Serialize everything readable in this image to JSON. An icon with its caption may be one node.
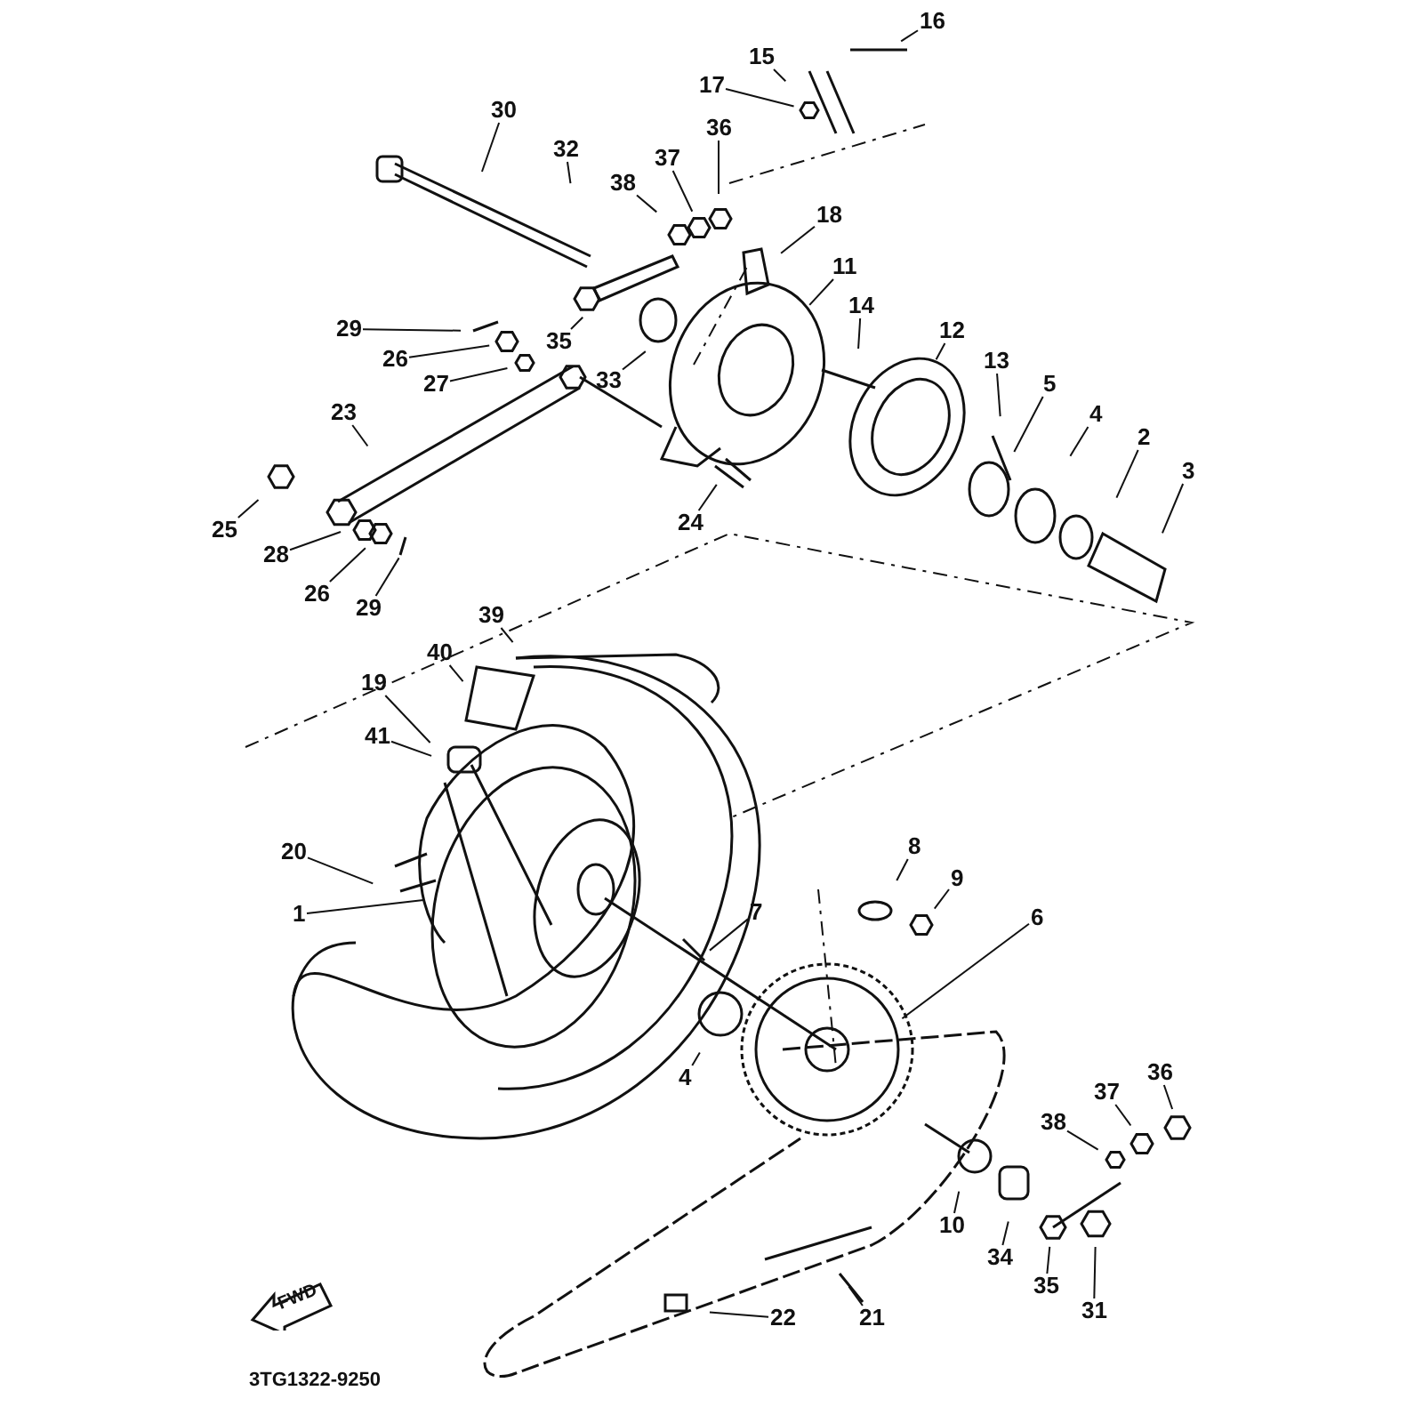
{
  "diagram": {
    "nodes": [
      {
        "text": [
          "16"
        ]
      },
      {
        "text": [
          "15"
        ]
      },
      {
        "text": [
          "17"
        ]
      },
      {
        "text": [
          "30"
        ]
      },
      {
        "text": [
          "32"
        ]
      },
      {
        "text": [
          "36"
        ]
      },
      {
        "text": [
          "37"
        ]
      },
      {
        "text": [
          "38"
        ]
      },
      {
        "text": [
          "18"
        ]
      },
      {
        "text": [
          "11"
        ]
      },
      {
        "text": [
          "35"
        ]
      },
      {
        "text": [
          "33"
        ]
      },
      {
        "text": [
          "14"
        ]
      },
      {
        "text": [
          "12"
        ]
      },
      {
        "text": [
          "29"
        ]
      },
      {
        "text": [
          "26"
        ]
      },
      {
        "text": [
          "27"
        ]
      },
      {
        "text": [
          "13"
        ]
      },
      {
        "text": [
          "5"
        ]
      },
      {
        "text": [
          "4"
        ]
      },
      {
        "text": [
          "2"
        ]
      },
      {
        "text": [
          "3"
        ]
      },
      {
        "text": [
          "23"
        ]
      },
      {
        "text": [
          "25"
        ]
      },
      {
        "text": [
          "28"
        ]
      },
      {
        "text": [
          "24"
        ]
      },
      {
        "text": [
          "26"
        ]
      },
      {
        "text": [
          "29"
        ]
      },
      {
        "text": [
          "39"
        ]
      },
      {
        "text": [
          "40"
        ]
      },
      {
        "text": [
          "19"
        ]
      },
      {
        "text": [
          "41"
        ]
      },
      {
        "text": [
          "20"
        ]
      },
      {
        "text": [
          "1"
        ]
      },
      {
        "text": [
          "8"
        ]
      },
      {
        "text": [
          "7"
        ]
      },
      {
        "text": [
          "9"
        ]
      },
      {
        "text": [
          "6"
        ]
      },
      {
        "text": [
          "4"
        ]
      },
      {
        "text": [
          "36"
        ]
      },
      {
        "text": [
          "37"
        ]
      },
      {
        "text": [
          "38"
        ]
      },
      {
        "text": [
          "10"
        ]
      },
      {
        "text": [
          "34"
        ]
      },
      {
        "text": [
          "35"
        ]
      },
      {
        "text": [
          "31"
        ]
      },
      {
        "text": [
          "22"
        ]
      },
      {
        "text": [
          "21"
        ]
      }
    ],
    "edges": [
      {
        "from": 0,
        "to": null,
        "arrow": "none"
      },
      {
        "from": 1,
        "to": null,
        "arrow": "none"
      },
      {
        "from": 2,
        "to": null,
        "arrow": "none"
      },
      {
        "from": 3,
        "to": null,
        "arrow": "none"
      },
      {
        "from": 4,
        "to": null,
        "arrow": "none"
      },
      {
        "from": 5,
        "to": null,
        "arrow": "none"
      },
      {
        "from": 6,
        "to": null,
        "arrow": "none"
      },
      {
        "from": 7,
        "to": null,
        "arrow": "none"
      },
      {
        "from": 8,
        "to": null,
        "arrow": "none"
      },
      {
        "from": 9,
        "to": null,
        "arrow": "none"
      },
      {
        "from": 10,
        "to": null,
        "arrow": "none"
      },
      {
        "from": 11,
        "to": null,
        "arrow": "none"
      },
      {
        "from": 12,
        "to": null,
        "arrow": "none"
      },
      {
        "from": 13,
        "to": null,
        "arrow": "none"
      },
      {
        "from": 14,
        "to": null,
        "arrow": "none"
      },
      {
        "from": 15,
        "to": null,
        "arrow": "none"
      },
      {
        "from": 16,
        "to": null,
        "arrow": "none"
      },
      {
        "from": 17,
        "to": null,
        "arrow": "none"
      },
      {
        "from": 18,
        "to": null,
        "arrow": "none"
      },
      {
        "from": 19,
        "to": null,
        "arrow": "none"
      },
      {
        "from": 20,
        "to": null,
        "arrow": "none"
      },
      {
        "from": 21,
        "to": null,
        "arrow": "none"
      },
      {
        "from": 22,
        "to": null,
        "arrow": "none"
      },
      {
        "from": 23,
        "to": null,
        "arrow": "none"
      },
      {
        "from": 24,
        "to": null,
        "arrow": "none"
      },
      {
        "from": 25,
        "to": null,
        "arrow": "none"
      },
      {
        "from": 26,
        "to": null,
        "arrow": "none"
      },
      {
        "from": 27,
        "to": null,
        "arrow": "none"
      },
      {
        "from": 28,
        "to": null,
        "arrow": "none"
      },
      {
        "from": 29,
        "to": null,
        "arrow": "none"
      },
      {
        "from": 30,
        "to": null,
        "arrow": "none"
      },
      {
        "from": 31,
        "to": null,
        "arrow": "none"
      },
      {
        "from": 32,
        "to": null,
        "arrow": "none"
      },
      {
        "from": 33,
        "to": null,
        "arrow": "none"
      },
      {
        "from": 34,
        "to": null,
        "arrow": "none"
      },
      {
        "from": 35,
        "to": null,
        "arrow": "none"
      },
      {
        "from": 36,
        "to": null,
        "arrow": "none"
      },
      {
        "from": 37,
        "to": null,
        "arrow": "none"
      },
      {
        "from": 38,
        "to": null,
        "arrow": "none"
      },
      {
        "from": 39,
        "to": null,
        "arrow": "none"
      },
      {
        "from": 40,
        "to": null,
        "arrow": "none"
      },
      {
        "from": 41,
        "to": null,
        "arrow": "none"
      },
      {
        "from": 42,
        "to": null,
        "arrow": "none"
      },
      {
        "from": 43,
        "to": null,
        "arrow": "none"
      },
      {
        "from": 44,
        "to": null,
        "arrow": "none"
      },
      {
        "from": 45,
        "to": null,
        "arrow": "none"
      },
      {
        "from": 46,
        "to": null,
        "arrow": "none"
      },
      {
        "from": 47,
        "to": null,
        "arrow": "none"
      }
    ],
    "labels": [
      "FWD",
      "3TG1322-9250"
    ]
  }
}
